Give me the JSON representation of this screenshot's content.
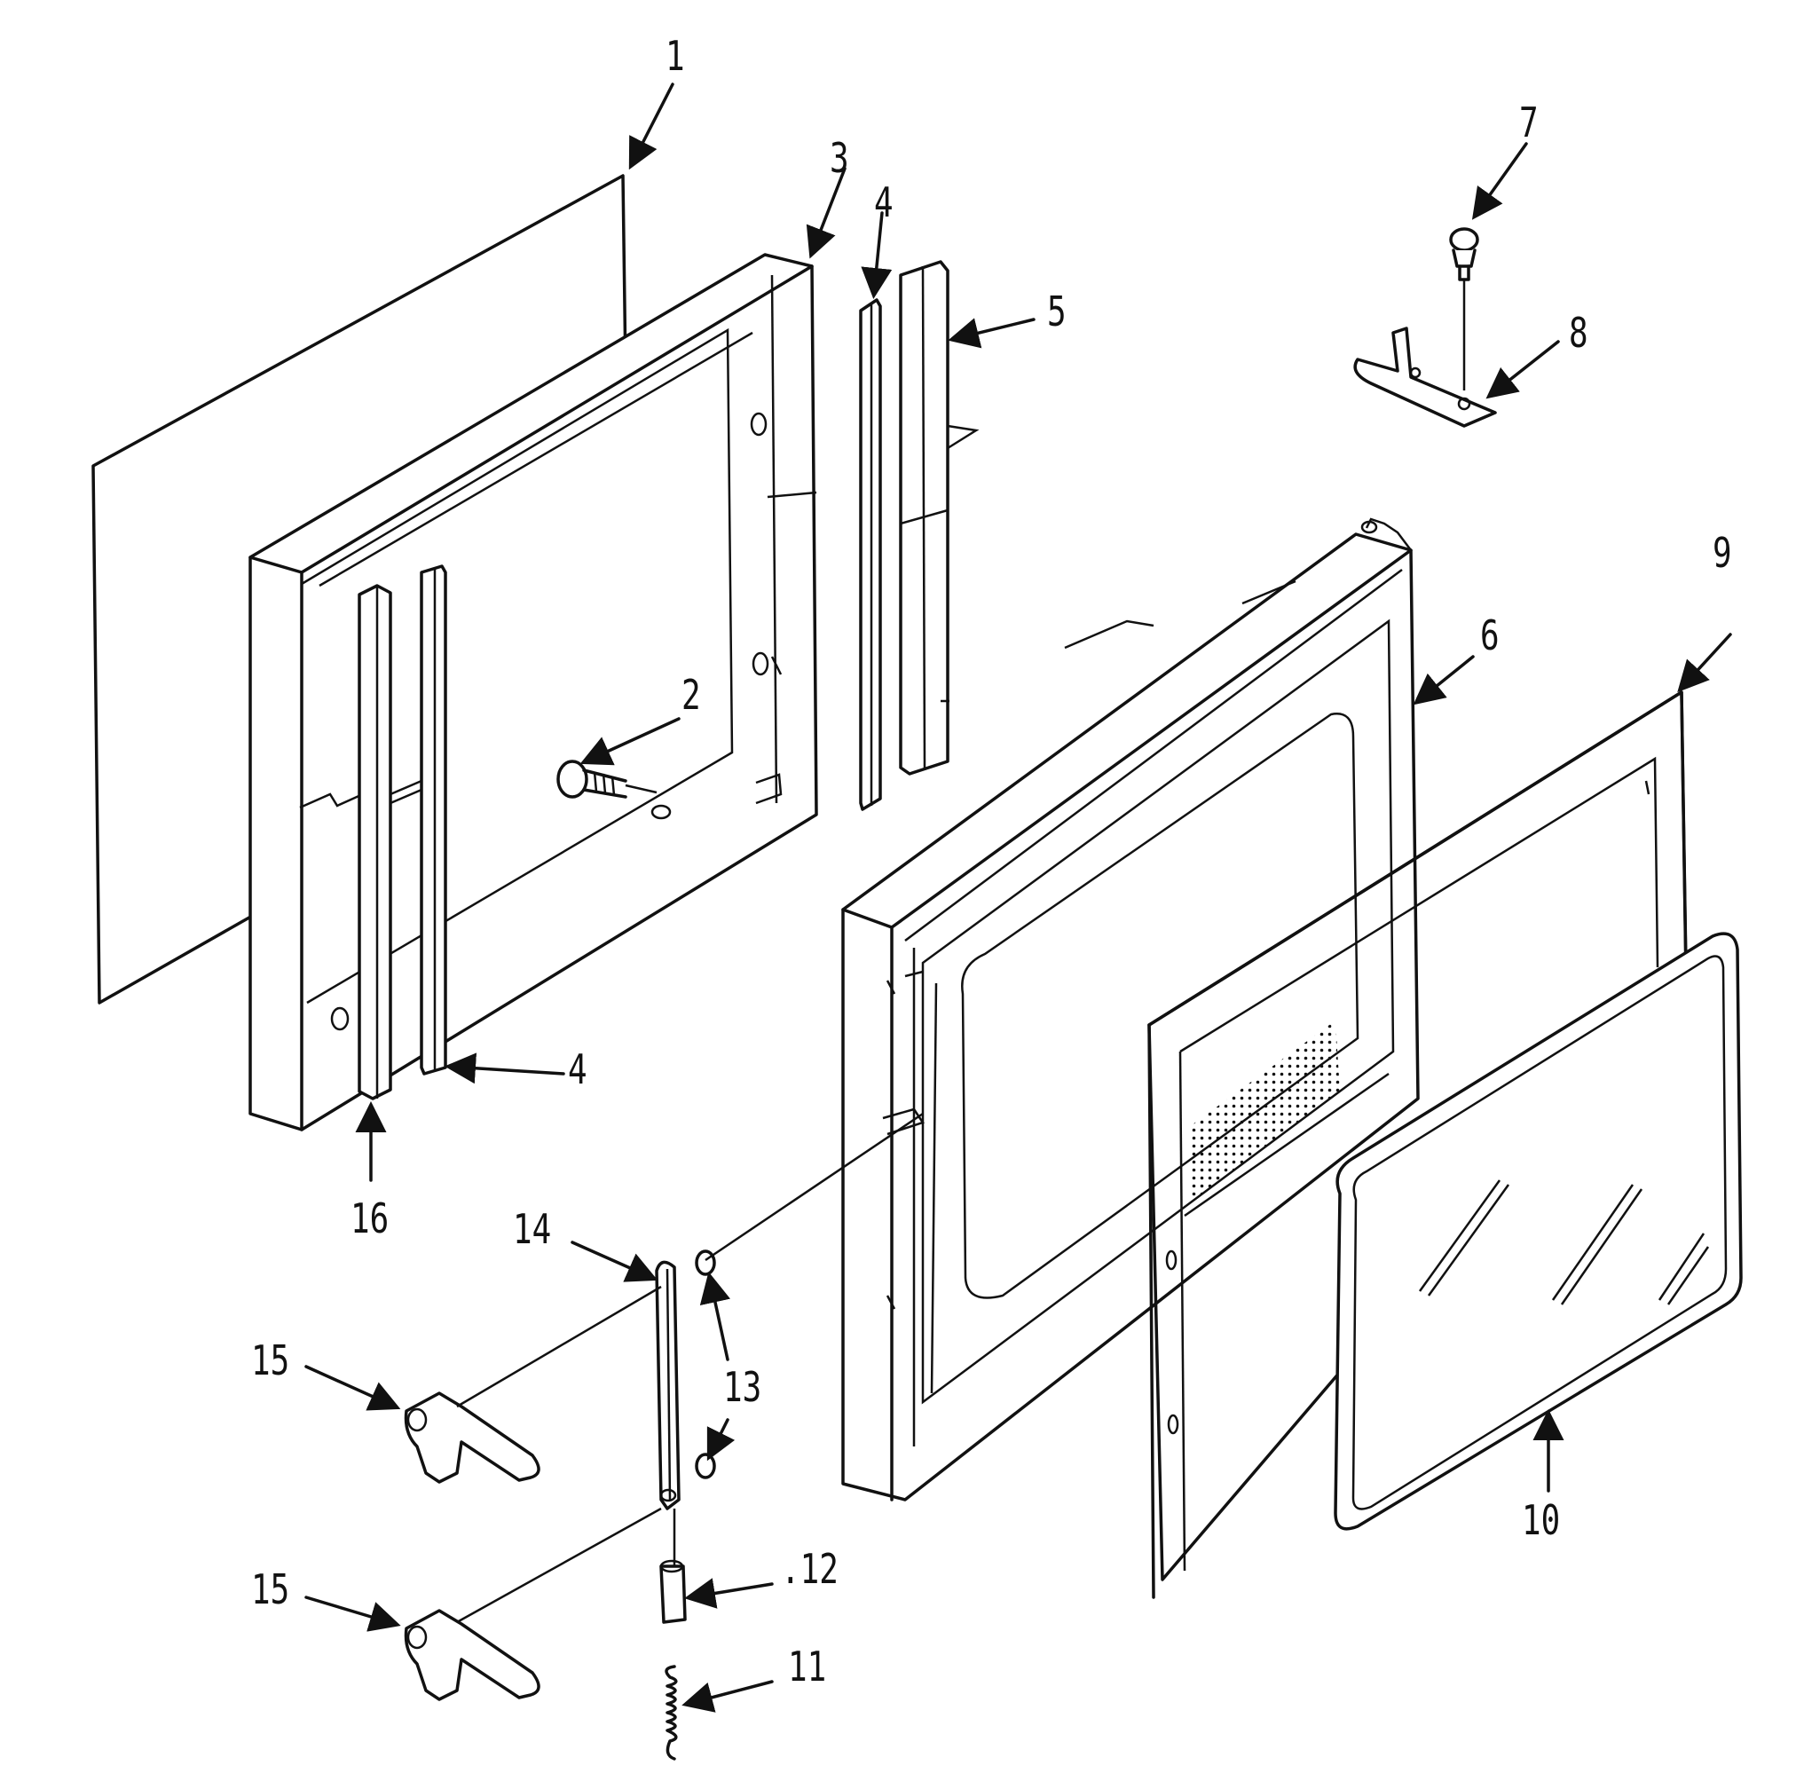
{
  "callouts": [
    {
      "id": "c1",
      "text": "1"
    },
    {
      "id": "c2",
      "text": "2"
    },
    {
      "id": "c3",
      "text": "3"
    },
    {
      "id": "c4a",
      "text": "4"
    },
    {
      "id": "c4b",
      "text": "4"
    },
    {
      "id": "c5",
      "text": "5"
    },
    {
      "id": "c6",
      "text": "6"
    },
    {
      "id": "c7",
      "text": "7"
    },
    {
      "id": "c8",
      "text": "8"
    },
    {
      "id": "c9",
      "text": "9"
    },
    {
      "id": "c10",
      "text": "10"
    },
    {
      "id": "c11",
      "text": "11"
    },
    {
      "id": "c12",
      "text": ".12"
    },
    {
      "id": "c13",
      "text": "13"
    },
    {
      "id": "c14",
      "text": "14"
    },
    {
      "id": "c15a",
      "text": "15"
    },
    {
      "id": "c15b",
      "text": "15"
    },
    {
      "id": "c16",
      "text": "16"
    }
  ],
  "colors": {
    "ink": "#111111",
    "paper": "#ffffff"
  }
}
